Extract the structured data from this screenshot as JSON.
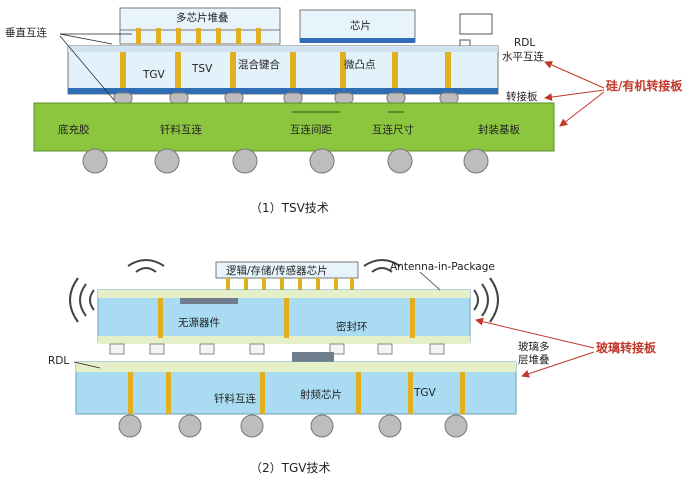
{
  "colors": {
    "substrate": "#8cc63f",
    "interposer": "#cfe9f7",
    "glass": "#a9dcf2",
    "redline": "#c0392b",
    "gold": "#e0b020",
    "ball": "#bdbdbd",
    "blue": "#2f6db5"
  },
  "tsv": {
    "chip_stack": "多芯片堆叠",
    "chip": "芯片",
    "vertical_interconnect": "垂直互连",
    "tgv": "TGV",
    "tsv": "TSV",
    "hybrid_bonding": "混合键合",
    "microbump": "微凸点",
    "rdl": "RDL",
    "horizontal_interconnect": "水平互连",
    "interposer": "转接板",
    "underfill": "底充胶",
    "solder_interconnect": "钎料互连",
    "pitch": "互连间距",
    "size": "互连尺寸",
    "substrate": "封装基板",
    "side_label": "硅/有机转接板",
    "caption": "（1）TSV技术"
  },
  "tgv_section": {
    "logic_chip": "逻辑/存储/传感器芯片",
    "aip": "Antenna-in-Package",
    "passive": "无源器件",
    "seal_ring": "密封环",
    "glass_stack_line1": "玻璃多",
    "glass_stack_line2": "层堆叠",
    "rdl": "RDL",
    "solder_interconnect": "钎料互连",
    "rf_chip": "射频芯片",
    "tgv": "TGV",
    "side_label": "玻璃转接板",
    "caption": "（2）TGV技术"
  }
}
